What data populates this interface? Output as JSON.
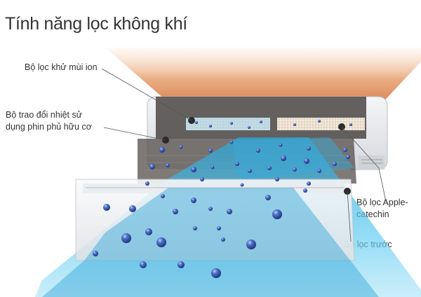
{
  "title": "Tính năng lọc không khí",
  "labels": {
    "ion_filter": "Bộ lọc khử mùi ion",
    "heat_exchanger_line1": "Bộ trao đổi nhiệt sử",
    "heat_exchanger_line2": "dụng phin phủ hữu cơ",
    "apple_catechin_line1": "Bộ lọc Apple-",
    "apple_catechin_line2": "catechin",
    "front_filter": "Bộ lọc trước"
  },
  "colors": {
    "warm_air": "#d9743a",
    "cool_air": "#4fc3ea",
    "particle": "#2f4f9e",
    "unit_body": "#e9ebef",
    "filter_panel": "#5a5450"
  }
}
